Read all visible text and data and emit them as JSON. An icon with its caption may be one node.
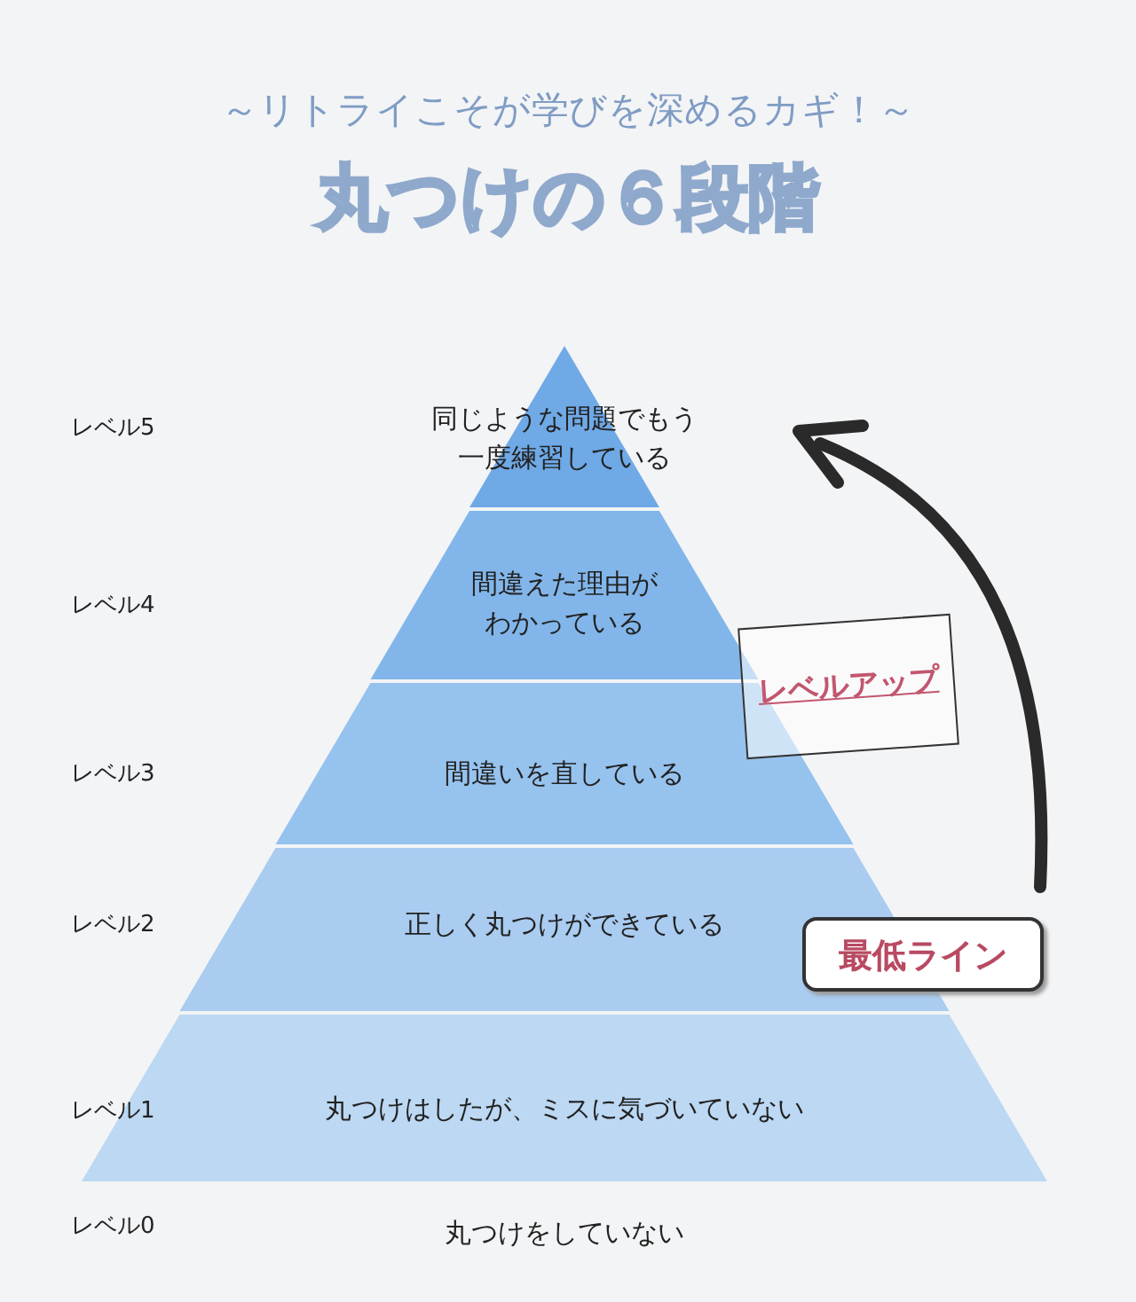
{
  "diagram": {
    "title": "丸つけの６段階",
    "nodes": [
      {
        "text": [
          "同じような問題でもう一度練習している"
        ]
      },
      {
        "text": [
          "間違えた理由がわかっている"
        ]
      },
      {
        "text": [
          "レベルアップ"
        ]
      },
      {
        "text": [
          "間違いを直している"
        ]
      },
      {
        "text": [
          "正しく丸つけができている"
        ]
      },
      {
        "text": [
          "最低ライン"
        ]
      },
      {
        "text": [
          "丸つけはしたが、ミスに気づいていない"
        ]
      },
      {
        "text": [
          "丸つけをしていない"
        ]
      }
    ],
    "edges": [],
    "labels": [
      "～リトライこそが学びを深めるカギ！～",
      "レベル5",
      "レベル4",
      "レベル3",
      "レベル2",
      "レベル1",
      "レベル0"
    ]
  }
}
